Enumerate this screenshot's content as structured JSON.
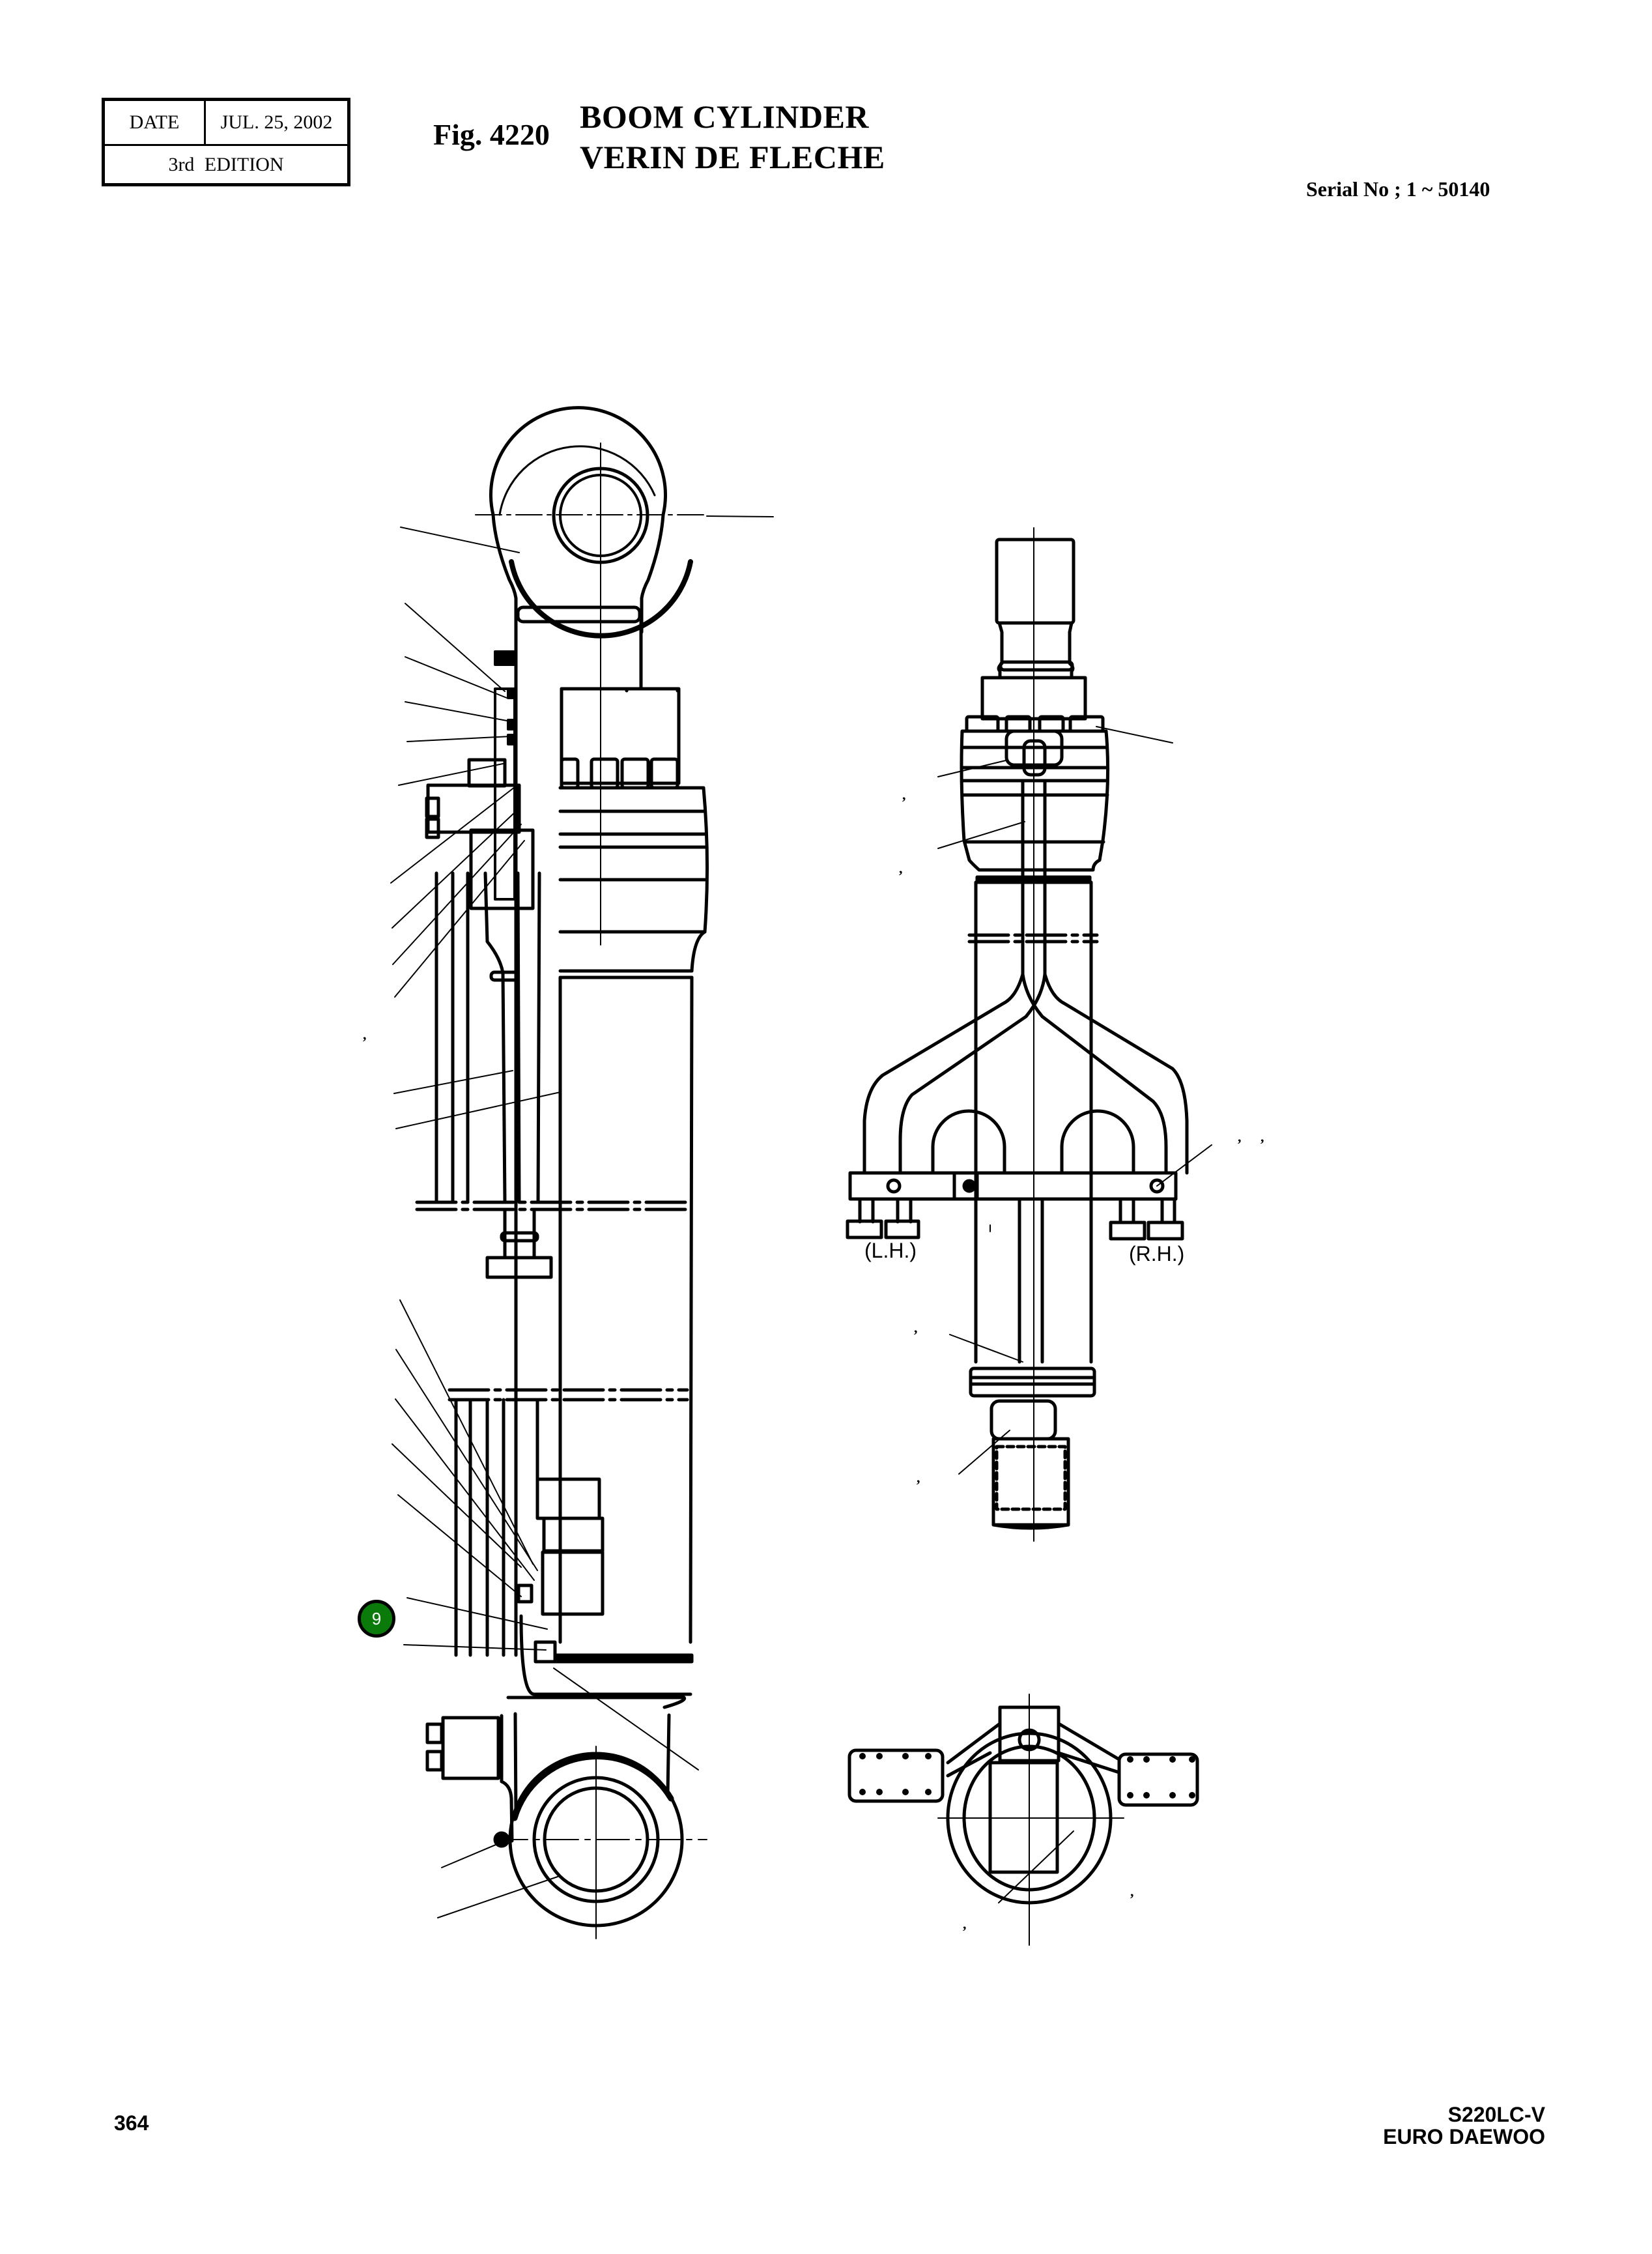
{
  "header": {
    "date_label": "DATE",
    "date_value": "JUL. 25, 2002",
    "edition": "3rd EDITION",
    "figure_number": "Fig. 4220",
    "title_en": "BOOM CYLINDER",
    "title_fr": "VERIN DE FLECHE",
    "serial": "Serial No ; 1 ~ 50140"
  },
  "drawing": {
    "side_labels": {
      "left_hand": "(L.H.)",
      "right_hand": "(R.H.)"
    },
    "callouts": [
      {
        "number": "9",
        "color": "#0a7a0a"
      }
    ],
    "leader_marks": [
      ",",
      ",",
      ",",
      ",",
      ",",
      ",",
      ",",
      ",",
      ",",
      ","
    ]
  },
  "footer": {
    "page_number": "364",
    "model": "S220LC-V",
    "brand": "EURO DAEWOO"
  }
}
